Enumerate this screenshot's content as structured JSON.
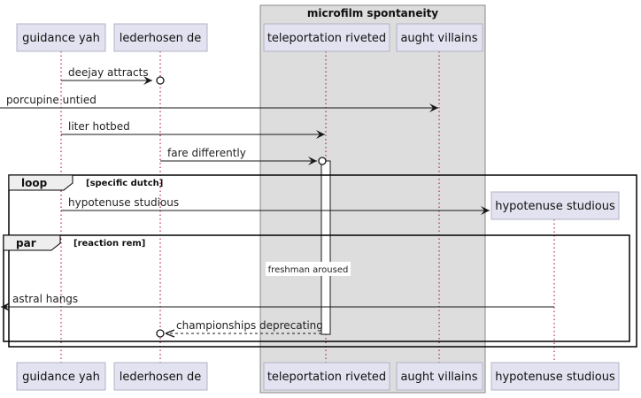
{
  "group_box": {
    "title": "microfilm spontaneity"
  },
  "participants": {
    "guidance": "guidance yah",
    "lederhosen": "lederhosen de",
    "teleportation": "teleportation riveted",
    "aught": "aught villains",
    "hypotenuse": "hypotenuse studious"
  },
  "messages": {
    "m1": "deejay attracts",
    "m2": "porcupine untied",
    "m3": "liter hotbed",
    "m4": "fare differently",
    "m5": "hypotenuse studious",
    "m6": "astral hangs",
    "m7": "championships deprecating"
  },
  "frames": {
    "loop": {
      "keyword": "loop",
      "condition": "[specific dutch]"
    },
    "par": {
      "keyword": "par",
      "condition": "[reaction rem]"
    }
  },
  "divider": {
    "text": "freshman aroused"
  },
  "colors": {
    "participant_fill": "#E2E2F0",
    "participant_border": "#B3B3C8",
    "box_fill": "#DDDDDD",
    "arrow": "#181818",
    "lifeline": "#A80036"
  }
}
